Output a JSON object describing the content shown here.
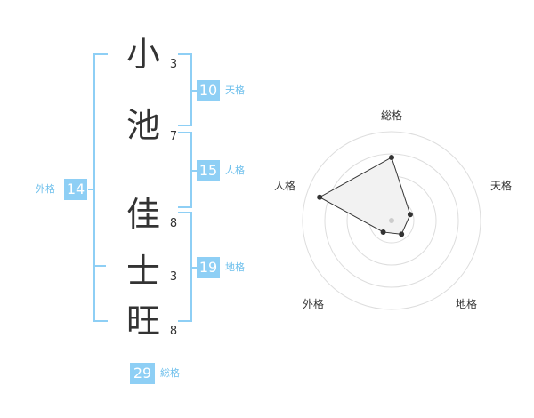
{
  "name": [
    {
      "char": "小",
      "strokes": "3"
    },
    {
      "char": "池",
      "strokes": "7"
    },
    {
      "char": "佳",
      "strokes": "8"
    },
    {
      "char": "士",
      "strokes": "3"
    },
    {
      "char": "旺",
      "strokes": "8"
    }
  ],
  "kaku": {
    "ten": {
      "label": "天格",
      "value": "10"
    },
    "jin": {
      "label": "人格",
      "value": "15"
    },
    "chi": {
      "label": "地格",
      "value": "19"
    },
    "gai": {
      "label": "外格",
      "value": "14"
    },
    "sou": {
      "label": "総格",
      "value": "29"
    }
  },
  "colors": {
    "accent": "#8ecff5",
    "label": "#6fc0ec"
  },
  "chart_data": {
    "type": "radar",
    "axes": [
      "総格",
      "天格",
      "地格",
      "外格",
      "人格"
    ],
    "values": [
      0.71,
      0.22,
      0.19,
      0.16,
      0.85
    ],
    "rings": 4,
    "grid": true
  }
}
